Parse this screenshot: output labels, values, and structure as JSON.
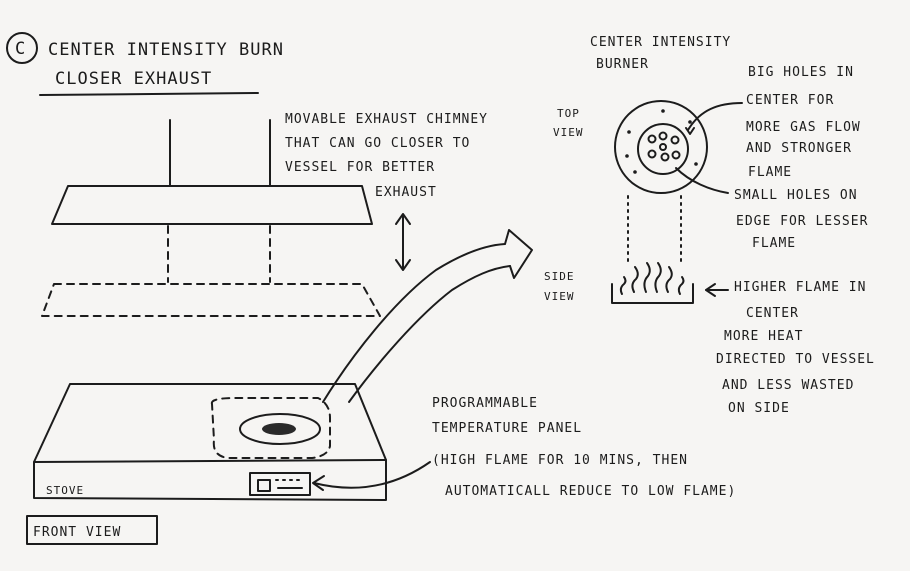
{
  "heading": {
    "marker": "C",
    "title_line1": "CENTER INTENSITY BURN",
    "title_line2": "CLOSER EXHAUST"
  },
  "chimney_note": {
    "line1": "MOVABLE EXHAUST CHIMNEY",
    "line2": "THAT CAN GO CLOSER TO",
    "line3": "VESSEL FOR BETTER",
    "line4": "EXHAUST"
  },
  "burner": {
    "title_line1": "CENTER INTENSITY",
    "title_line2": "BURNER",
    "top_view_line1": "TOP",
    "top_view_line2": "VIEW",
    "side_view_line1": "SIDE",
    "side_view_line2": "VIEW",
    "big_holes": [
      "BIG HOLES IN",
      "CENTER FOR",
      "MORE GAS FLOW",
      "AND STRONGER",
      "FLAME"
    ],
    "small_holes": [
      "SMALL HOLES ON",
      "EDGE FOR LESSER",
      "FLAME"
    ],
    "higher_flame": [
      "HIGHER FLAME IN",
      "CENTER"
    ],
    "more_heat": [
      "MORE HEAT",
      "DIRECTED TO VESSEL",
      "AND LESS WASTED",
      "ON SIDE"
    ]
  },
  "stove": {
    "label": "STOVE",
    "panel_title_line1": "PROGRAMMABLE",
    "panel_title_line2": "TEMPERATURE PANEL",
    "panel_note_line1": "(HIGH FLAME FOR 10 MINS, THEN",
    "panel_note_line2": "AUTOMATICALL REDUCE TO LOW FLAME)"
  },
  "front_view_label": "FRONT VIEW"
}
